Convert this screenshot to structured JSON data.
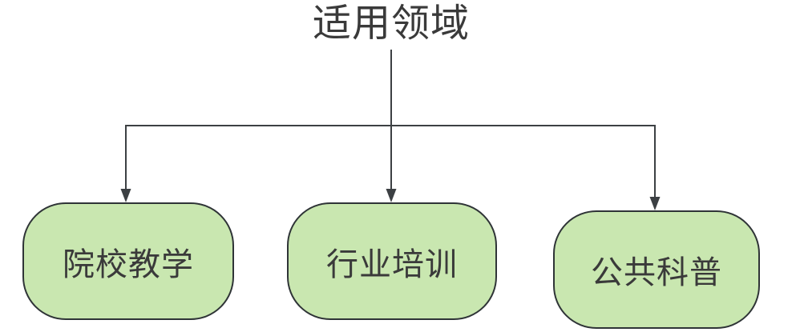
{
  "diagram": {
    "title": "适用领域",
    "nodes": [
      {
        "id": "node-school",
        "label": "院校教学"
      },
      {
        "id": "node-industry",
        "label": "行业培训"
      },
      {
        "id": "node-public",
        "label": "公共科普"
      }
    ],
    "connectors": {
      "style": "orthogonal-tree",
      "arrowheads": "filled-triangle-down",
      "description": "title branches down to three nodes"
    },
    "colors": {
      "node_fill": "#c9e7b0",
      "node_border": "#2f3437",
      "connector": "#3c4043",
      "text": "#3a3a3a",
      "background": "#ffffff"
    }
  }
}
